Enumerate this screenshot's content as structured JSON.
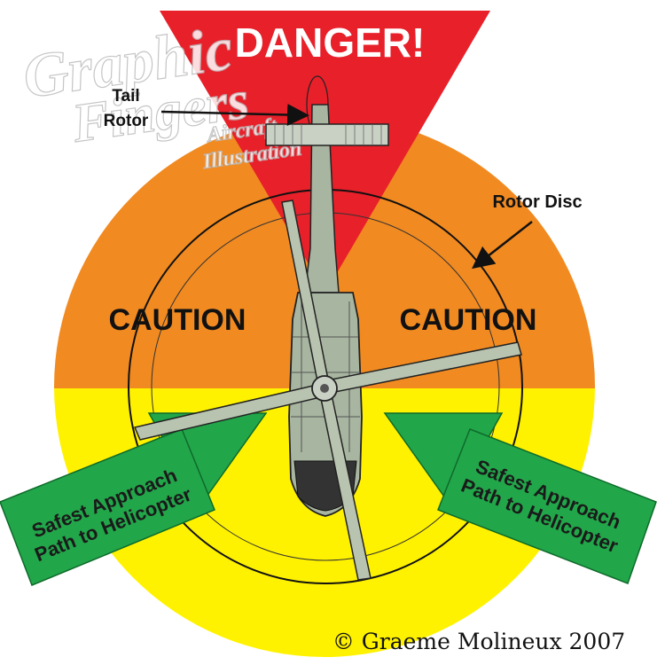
{
  "danger": {
    "label": "DANGER!",
    "color": "#e8202a"
  },
  "zones": {
    "caution_left": "CAUTION",
    "caution_right": "CAUTION",
    "caution_color": "#f18a21",
    "safe_color": "#fff200"
  },
  "labels": {
    "tail_rotor_line1": "Tail",
    "tail_rotor_line2": "Rotor",
    "rotor_disc": "Rotor Disc"
  },
  "approach_paths": {
    "left_line1": "Safest Approach",
    "left_line2": "Path to Helicopter",
    "right_line1": "Safest Approach",
    "right_line2": "Path to Helicopter",
    "color": "#22a64a"
  },
  "copyright": "© Graeme Molineux 2007",
  "watermark": {
    "line1": "Graphic",
    "line2": "Fingers",
    "line3": "Aircraft",
    "line4": "Illustration"
  },
  "icons": [
    "helicopter-topview-icon",
    "arrow-icon"
  ]
}
